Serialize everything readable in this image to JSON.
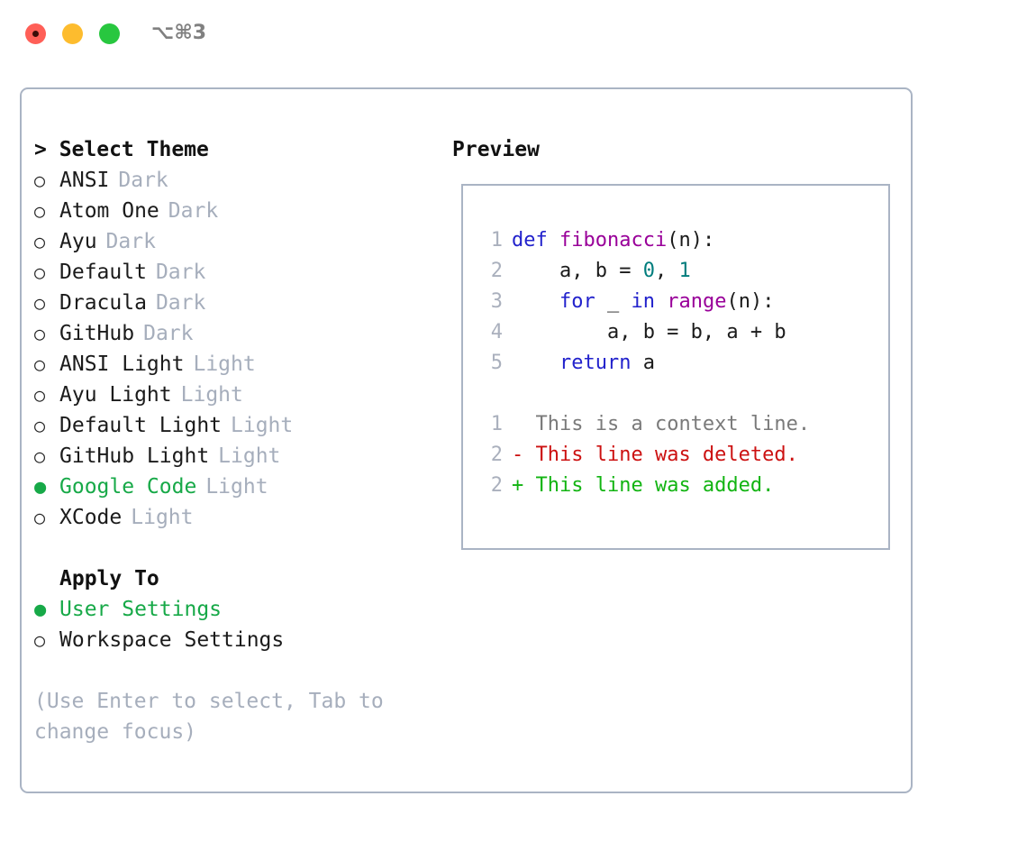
{
  "titlebar": {
    "shortcut": "⌥⌘3",
    "buttons": [
      {
        "name": "close",
        "color": "#ff5f57"
      },
      {
        "name": "minimize",
        "color": "#fdbc2e"
      },
      {
        "name": "zoom",
        "color": "#28c73f"
      }
    ]
  },
  "theme_picker": {
    "header": "> Select Theme",
    "marker_selected": "●",
    "marker_unselected": "○",
    "items": [
      {
        "name": "ANSI",
        "tag": "Dark",
        "selected": false
      },
      {
        "name": "Atom One",
        "tag": "Dark",
        "selected": false
      },
      {
        "name": "Ayu",
        "tag": "Dark",
        "selected": false
      },
      {
        "name": "Default",
        "tag": "Dark",
        "selected": false
      },
      {
        "name": "Dracula",
        "tag": "Dark",
        "selected": false
      },
      {
        "name": "GitHub",
        "tag": "Dark",
        "selected": false
      },
      {
        "name": "ANSI Light",
        "tag": "Light",
        "selected": false
      },
      {
        "name": "Ayu Light",
        "tag": "Light",
        "selected": false
      },
      {
        "name": "Default Light",
        "tag": "Light",
        "selected": false
      },
      {
        "name": "GitHub Light",
        "tag": "Light",
        "selected": false
      },
      {
        "name": "Google Code",
        "tag": "Light",
        "selected": true
      },
      {
        "name": "XCode",
        "tag": "Light",
        "selected": false
      }
    ]
  },
  "apply_to": {
    "header": "Apply To",
    "items": [
      {
        "name": "User Settings",
        "selected": true
      },
      {
        "name": "Workspace Settings",
        "selected": false
      }
    ]
  },
  "hint": "(Use Enter to select, Tab to change focus)",
  "preview": {
    "title": "Preview",
    "code_lines": [
      {
        "lineno": "1",
        "tokens": [
          {
            "text": "def ",
            "type": "kw"
          },
          {
            "text": "fibonacci",
            "type": "fn"
          },
          {
            "text": "(n):",
            "type": "punc"
          }
        ]
      },
      {
        "lineno": "2",
        "tokens": [
          {
            "text": "    a, b = ",
            "type": "punc"
          },
          {
            "text": "0",
            "type": "num"
          },
          {
            "text": ", ",
            "type": "punc"
          },
          {
            "text": "1",
            "type": "num"
          }
        ]
      },
      {
        "lineno": "3",
        "tokens": [
          {
            "text": "    ",
            "type": "punc"
          },
          {
            "text": "for",
            "type": "kw"
          },
          {
            "text": " _ ",
            "type": "punc"
          },
          {
            "text": "in",
            "type": "kw"
          },
          {
            "text": " ",
            "type": "punc"
          },
          {
            "text": "range",
            "type": "fn"
          },
          {
            "text": "(n):",
            "type": "punc"
          }
        ]
      },
      {
        "lineno": "4",
        "tokens": [
          {
            "text": "        a, b = b, a + b",
            "type": "punc"
          }
        ]
      },
      {
        "lineno": "5",
        "tokens": [
          {
            "text": "    ",
            "type": "punc"
          },
          {
            "text": "return",
            "type": "kw"
          },
          {
            "text": " a",
            "type": "punc"
          }
        ]
      }
    ],
    "diff_lines": [
      {
        "lineno": "1",
        "prefix": "  ",
        "text": "This is a context line.",
        "type": "ctx"
      },
      {
        "lineno": "2",
        "prefix": "- ",
        "text": "This line was deleted.",
        "type": "del"
      },
      {
        "lineno": "2",
        "prefix": "+ ",
        "text": "This line was added.",
        "type": "add"
      }
    ]
  },
  "colors": {
    "accent_green": "#17a948",
    "muted": "#a6aebc",
    "border": "#aab4c4",
    "keyword": "#2222cc",
    "function": "#990099",
    "number": "#007d7d",
    "diff_delete": "#cc1111",
    "diff_add": "#12b412",
    "diff_context": "#7a7a7a"
  }
}
